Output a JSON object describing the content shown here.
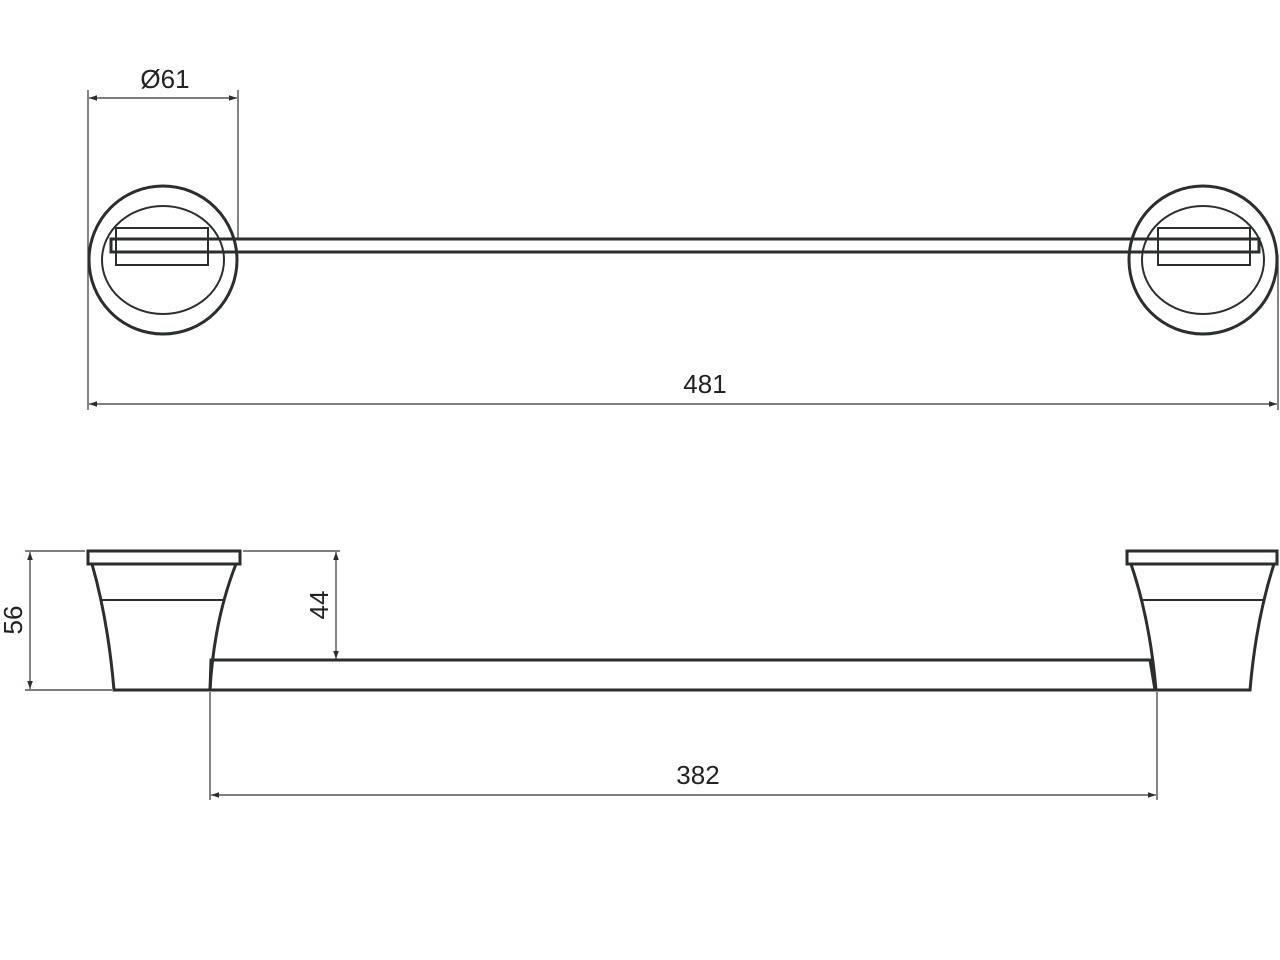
{
  "drawing": {
    "top_view": {
      "diameter_label": "Ø61",
      "total_length_label": "481"
    },
    "side_view": {
      "height_label": "56",
      "bar_height_label": "44",
      "bar_length_label": "382"
    },
    "colors": {
      "line": "#2a2e2e",
      "background": "#ffffff"
    }
  }
}
